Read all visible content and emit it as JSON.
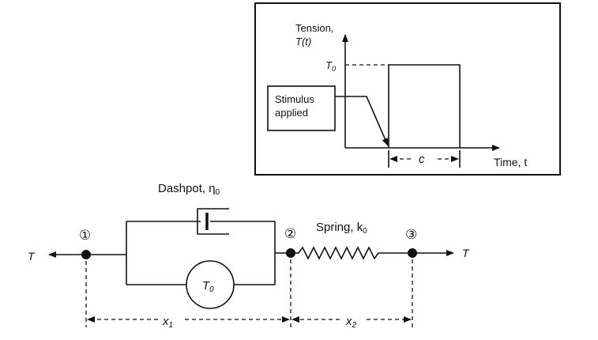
{
  "inset_plot": {
    "y_axis_label_line1": "Tension,",
    "y_axis_label_line2": "T(t)",
    "level_label": "T",
    "level_subscript": "0",
    "x_axis_label": "Time, t",
    "duration_label": "c",
    "stimulus_line1": "Stimulus",
    "stimulus_line2": "applied"
  },
  "model": {
    "dashpot_label": "Dashpot, η",
    "dashpot_subscript": "0",
    "spring_label": "Spring, k",
    "spring_subscript": "0",
    "element_label": "T",
    "element_subscript": "0",
    "force_label_left": "T",
    "force_label_right": "T",
    "node_1": "①",
    "node_2": "②",
    "node_3": "③",
    "x1_label": "x",
    "x1_subscript": "1",
    "x2_label": "x",
    "x2_subscript": "2"
  }
}
